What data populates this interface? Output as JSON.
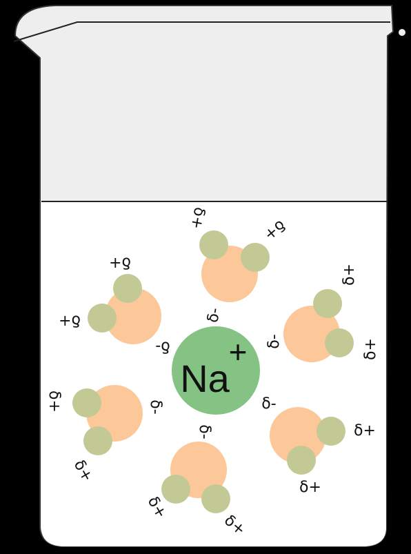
{
  "colors": {
    "background": "#000000",
    "beaker_glass": "#eeeeee",
    "solution": "#ffffff",
    "outline": "#222222",
    "oxygen": "#fcc89a",
    "hydrogen": "#c3c994",
    "sodium": "#84c383"
  },
  "ion": {
    "symbol": "Na",
    "charge": "+"
  },
  "water_molecules": [
    {
      "name": "top",
      "oxygen_label": "δ-",
      "hydrogen_labels": [
        "δ+",
        "δ+"
      ]
    },
    {
      "name": "upper-right",
      "oxygen_label": "δ-",
      "hydrogen_labels": [
        "δ+",
        "δ+"
      ]
    },
    {
      "name": "lower-right",
      "oxygen_label": "δ-",
      "hydrogen_labels": [
        "δ+",
        "δ+"
      ]
    },
    {
      "name": "bottom",
      "oxygen_label": "δ-",
      "hydrogen_labels": [
        "δ+",
        "δ+"
      ]
    },
    {
      "name": "lower-left",
      "oxygen_label": "δ-",
      "hydrogen_labels": [
        "δ+",
        "δ+"
      ]
    },
    {
      "name": "upper-left",
      "oxygen_label": "δ-",
      "hydrogen_labels": [
        "δ+",
        "δ+"
      ]
    }
  ]
}
